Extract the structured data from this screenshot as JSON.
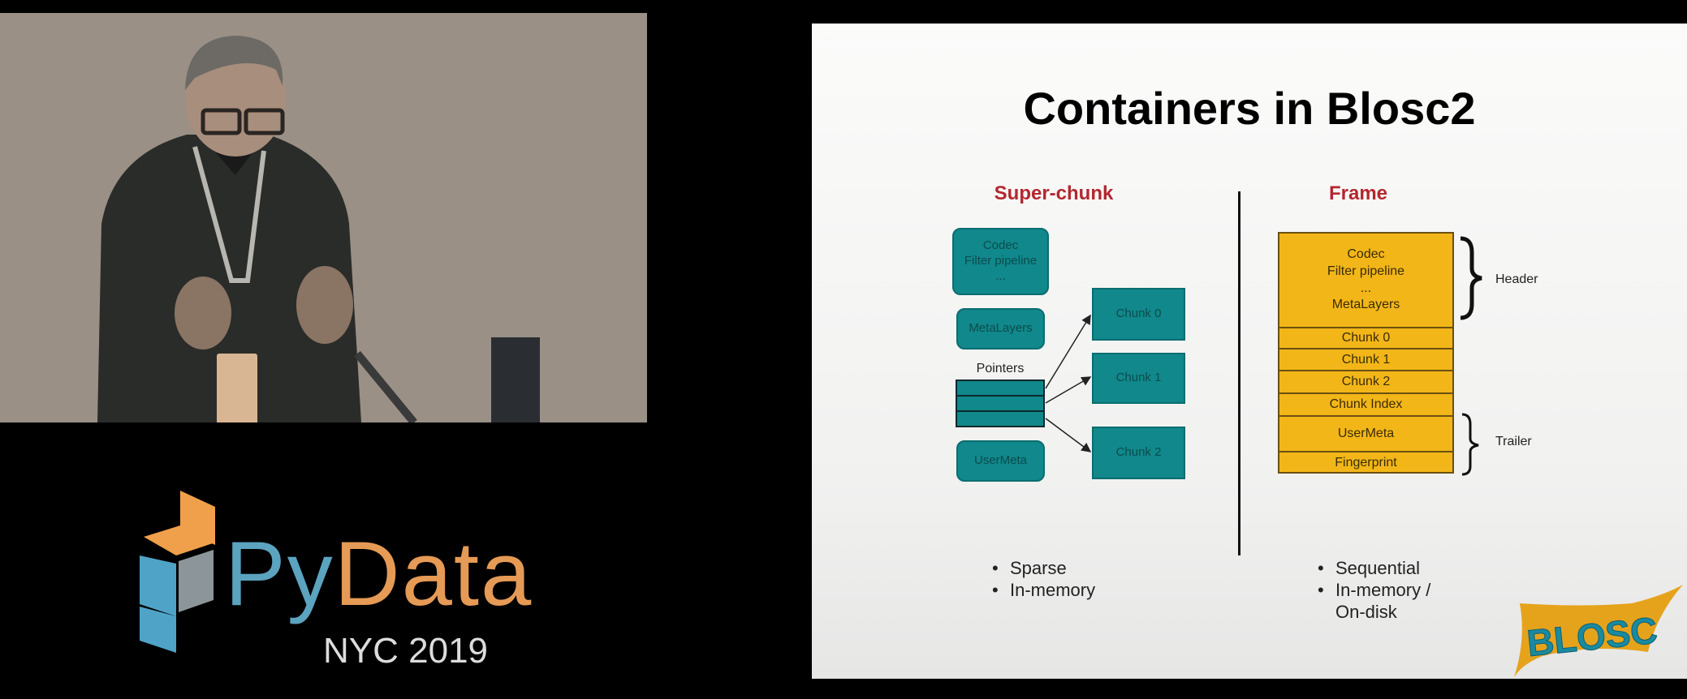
{
  "camera": {
    "description_icon": "speaker-video-feed"
  },
  "event_logo": {
    "py": "Py",
    "data": "Data",
    "subtitle": "NYC 2019",
    "colors": {
      "py": "#5ba3bf",
      "data": "#e59a55",
      "cube_orange": "#f0a04b",
      "cube_blue": "#4fa3c7",
      "cube_gray": "#8c969a"
    }
  },
  "slide": {
    "title": "Containers in Blosc2",
    "superchunk": {
      "heading": "Super-chunk",
      "codec_lines": [
        "Codec",
        "Filter pipeline",
        "..."
      ],
      "metalayers": "MetaLayers",
      "pointers_label": "Pointers",
      "usermeta": "UserMeta",
      "chunks": [
        "Chunk 0",
        "Chunk 1",
        "Chunk 2"
      ],
      "bullets": [
        "Sparse",
        "In-memory"
      ]
    },
    "frame": {
      "heading": "Frame",
      "header_lines": [
        "Codec",
        "Filter pipeline",
        "...",
        "MetaLayers"
      ],
      "rows": [
        "Chunk 0",
        "Chunk 1",
        "Chunk 2",
        "Chunk Index",
        "UserMeta",
        "Fingerprint"
      ],
      "header_label": "Header",
      "trailer_label": "Trailer",
      "bullets": [
        "Sequential",
        "In-memory /"
      ],
      "bullet_continuation": "On-disk"
    },
    "logo_text": "BLOSC",
    "colors": {
      "teal": "#11888b",
      "yellow": "#f2b619",
      "heading_red": "#b3272f"
    }
  }
}
